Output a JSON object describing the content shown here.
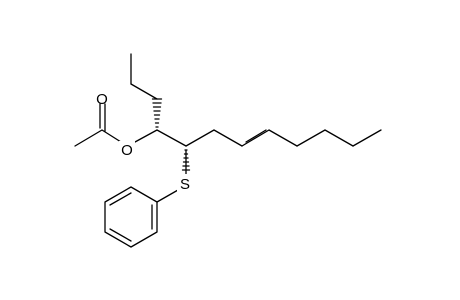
{
  "molecule": {
    "atoms": {
      "carbonyl_oxygen": "O",
      "ester_oxygen": "O",
      "sulfur": "S"
    },
    "stereo": {
      "c_oacetyl": "hashed-wedge",
      "c_sphenyl": "hashed-wedge"
    },
    "double_bond": "trans",
    "colors": {
      "bond": "#000000",
      "background": "#ffffff"
    }
  }
}
